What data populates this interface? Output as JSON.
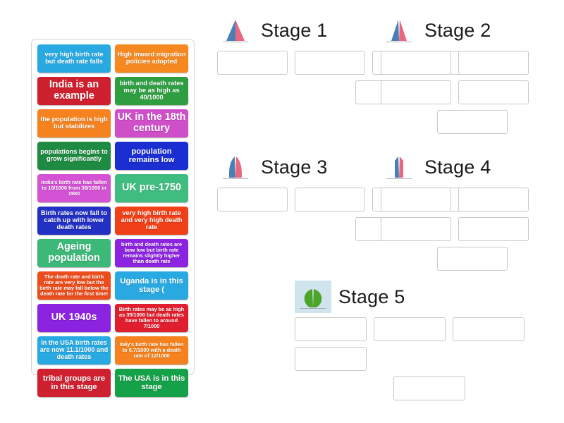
{
  "activity": {
    "type": "drag-and-drop-sorting-game",
    "tile_bank_label": "answer tiles"
  },
  "tiles": [
    {
      "text": "very high birth rate but death rate falls",
      "color": "#29a9e1",
      "size": "fs-s"
    },
    {
      "text": "High inward migration policies adopted",
      "color": "#f5881f",
      "size": "fs-s"
    },
    {
      "text": "India is an example",
      "color": "#cf2030",
      "size": "fs-l"
    },
    {
      "text": "birth and death rates may be as high as 40/1000",
      "color": "#2f9e41",
      "size": "fs-s"
    },
    {
      "text": "the population is high but stabilizes",
      "color": "#f5821f",
      "size": "fs-s"
    },
    {
      "text": "UK in the 18th century",
      "color": "#cf4fc9",
      "size": "fs-l"
    },
    {
      "text": "populations begins to grow significantly",
      "color": "#1f8a42",
      "size": "fs-s"
    },
    {
      "text": "population remains low",
      "color": "#1a2ed2",
      "size": "fs-m"
    },
    {
      "text": "India's birth rate has fallen to 16/1000 from 36/1000 in 1980",
      "color": "#d453d4",
      "size": "fs-xs"
    },
    {
      "text": "UK pre-1750",
      "color": "#3fbd81",
      "size": "fs-l"
    },
    {
      "text": "Birth rates now fall to catch up with lower death rates",
      "color": "#2330c4",
      "size": "fs-s"
    },
    {
      "text": "very high birth rate and very high death rate",
      "color": "#ef4018",
      "size": "fs-s"
    },
    {
      "text": "Ageing population",
      "color": "#3cb878",
      "size": "fs-l"
    },
    {
      "text": "birth and death rates are bow low but birth rate remains slightly higher than death rate",
      "color": "#8b23e0",
      "size": "fs-xs"
    },
    {
      "text": "The death rate and birth rate are very low but the birth rate may fall below the death rate for the first time!",
      "color": "#ec4d1d",
      "size": "fs-xs"
    },
    {
      "text": "Uganda is in this stage (",
      "color": "#29a9e1",
      "size": "fs-m"
    },
    {
      "text": "UK 1940s",
      "color": "#8b23e0",
      "size": "fs-l"
    },
    {
      "text": "Birth rates may be as high as 35/1000 but death rates have fallen to around 7/1000",
      "color": "#e01f2e",
      "size": "fs-xs"
    },
    {
      "text": "In the USA birth rates are now 11.1/1000 and death rates",
      "color": "#29a9e1",
      "size": "fs-s"
    },
    {
      "text": "Italy's birth rate has fallen to 6.7/1000 with a death rate of 12/1000",
      "color": "#f5821f",
      "size": "fs-xs"
    },
    {
      "text": "tribal groups are in this stage",
      "color": "#cf2030",
      "size": "fs-m"
    },
    {
      "text": "The USA is in this stage",
      "color": "#15a04a",
      "size": "fs-m"
    }
  ],
  "stages": [
    {
      "title": "Stage 1",
      "thumb": "population-pyramid-wide-base",
      "slots": 5
    },
    {
      "title": "Stage 2",
      "thumb": "population-pyramid-expanding",
      "slots": 5
    },
    {
      "title": "Stage 3",
      "thumb": "population-pyramid-bell",
      "slots": 5
    },
    {
      "title": "Stage 4",
      "thumb": "population-pyramid-stationary",
      "slots": 5
    },
    {
      "title": "Stage 5",
      "thumb": "population-pyramid-contracting-green",
      "slots": 5
    }
  ],
  "colors": {
    "slot_border": "#c9c9c9",
    "panel_border": "#d4d4d4",
    "title_text": "#1b1b1b",
    "background": "#ffffff"
  }
}
